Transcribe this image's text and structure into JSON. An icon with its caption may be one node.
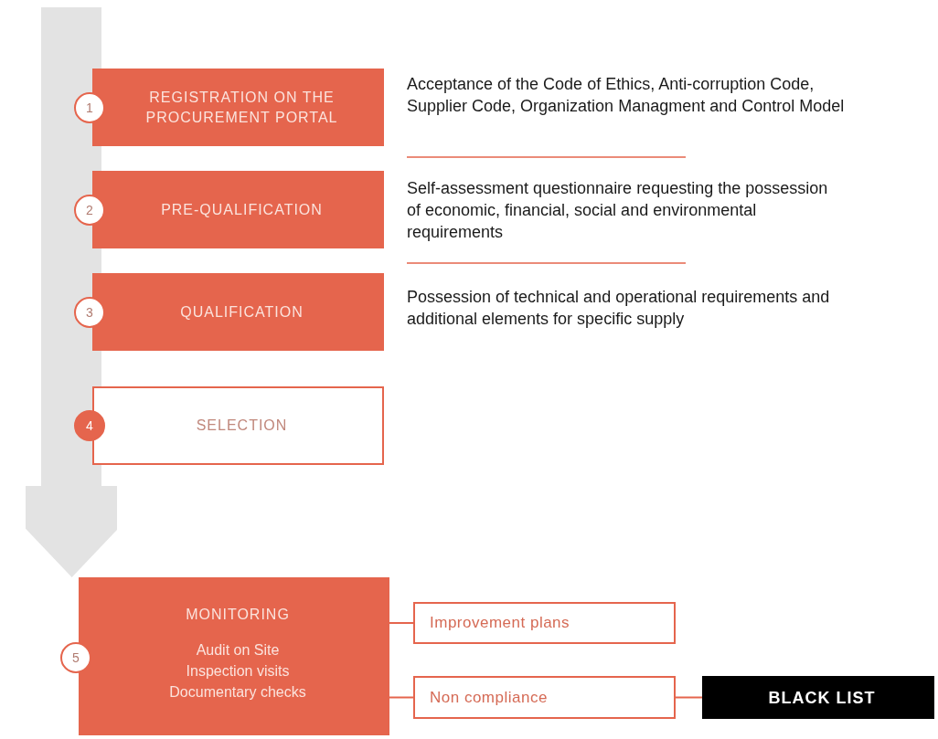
{
  "diagram": {
    "nodes": [
      {
        "text": [
          "1",
          "REGISTRATION ON THE PROCUREMENT PORTAL"
        ],
        "beside": [
          "Acceptance of the Code of Ethics, Anti-corruption Code, Supplier Code, Organization Managment and Control Model"
        ]
      },
      {
        "text": [
          "2",
          "PRE-QUALIFICATION"
        ],
        "beside": [
          "Self-assessment questionnaire requesting the possession of economic, financial, social and environmental requirements"
        ]
      },
      {
        "text": [
          "3",
          "QUALIFICATION"
        ],
        "beside": [
          "Possession of technical and operational requirements and additional elements for specific supply"
        ]
      },
      {
        "text": [
          "4",
          "SELECTION"
        ]
      },
      {
        "text": [
          "5",
          "MONITORING",
          "Audit on Site",
          "Inspection visits",
          "Documentary checks"
        ]
      },
      {
        "text": [
          "Improvement plans"
        ]
      },
      {
        "text": [
          "Non compliance"
        ]
      },
      {
        "text": [
          "BLACK LIST"
        ]
      }
    ],
    "edges": [
      {
        "from": null,
        "to": 4,
        "arrow": "to",
        "style": "thick",
        "color": "#e3e3e3"
      },
      {
        "from": 4,
        "to": 5,
        "arrow": "none"
      },
      {
        "from": 4,
        "to": 6,
        "arrow": "none"
      },
      {
        "from": 6,
        "to": 7,
        "arrow": "none"
      }
    ]
  }
}
